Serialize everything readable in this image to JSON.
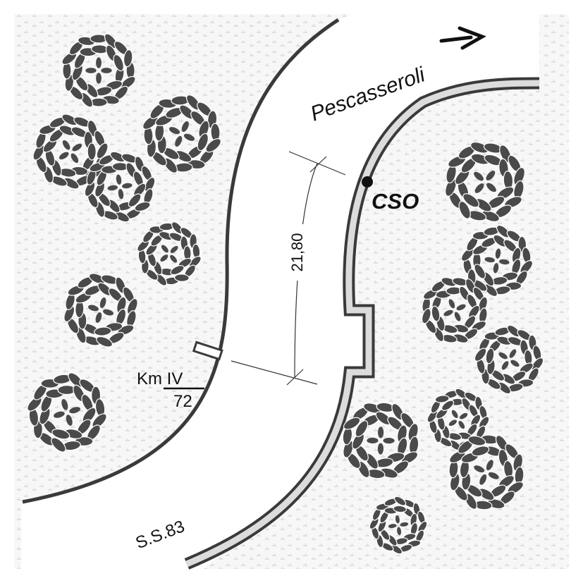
{
  "map": {
    "road_name": "S.S.83",
    "direction_label": "Pescasseroli",
    "point_label": "CSO",
    "width_measure": "21,80",
    "km_marker": {
      "top": "Km IV",
      "bottom": "72"
    }
  },
  "colors": {
    "ground": "#ececec",
    "road": "#ffffff",
    "edge_line": "#3a3a3a",
    "curb_fill": "#dcdcdc",
    "tree": "#4a4a4a",
    "text": "#111111"
  },
  "icons": {
    "direction": "arrow-right-icon",
    "point": "dot-icon",
    "trees": "tree-canopy-icon"
  }
}
